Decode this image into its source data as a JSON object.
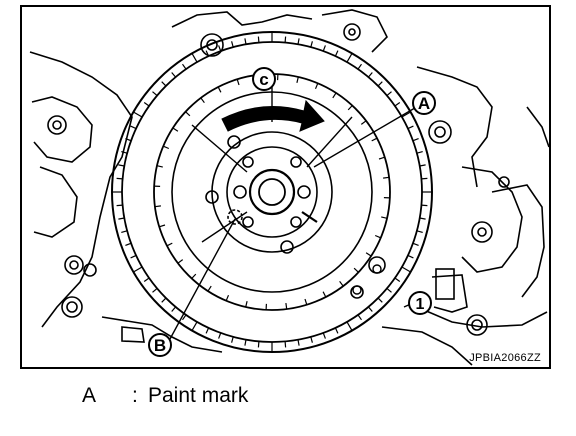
{
  "figure": {
    "code": "JPBIA2066ZZ",
    "callouts": {
      "a": "A",
      "b": "B",
      "c": "c",
      "one": "1"
    }
  },
  "legend": [
    {
      "key": "A",
      "separator": ":",
      "description": "Paint mark"
    }
  ],
  "colors": {
    "ink": "#000000",
    "paper": "#ffffff"
  }
}
